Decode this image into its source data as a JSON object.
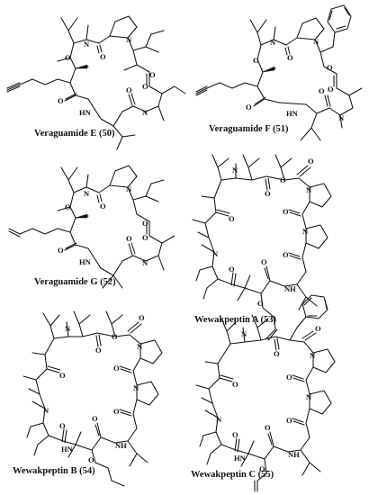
{
  "figure": {
    "compounds": [
      {
        "id": "50",
        "label": "Veraguamide E (50)"
      },
      {
        "id": "51",
        "label": "Veraguamide F (51)"
      },
      {
        "id": "52",
        "label": "Veraguamide G (52)"
      },
      {
        "id": "53",
        "label": "Wewakpeptin A (53)"
      },
      {
        "id": "54",
        "label": "Wewakpeptin B (54)"
      },
      {
        "id": "55",
        "label": "Wewakpeptin C (55)"
      }
    ],
    "atoms": {
      "oxygen": "O",
      "nitrogen": "N",
      "amide_nh": "HN",
      "nh": "NH"
    },
    "colors": {
      "ink": "#111111",
      "background": "#ffffff"
    }
  }
}
